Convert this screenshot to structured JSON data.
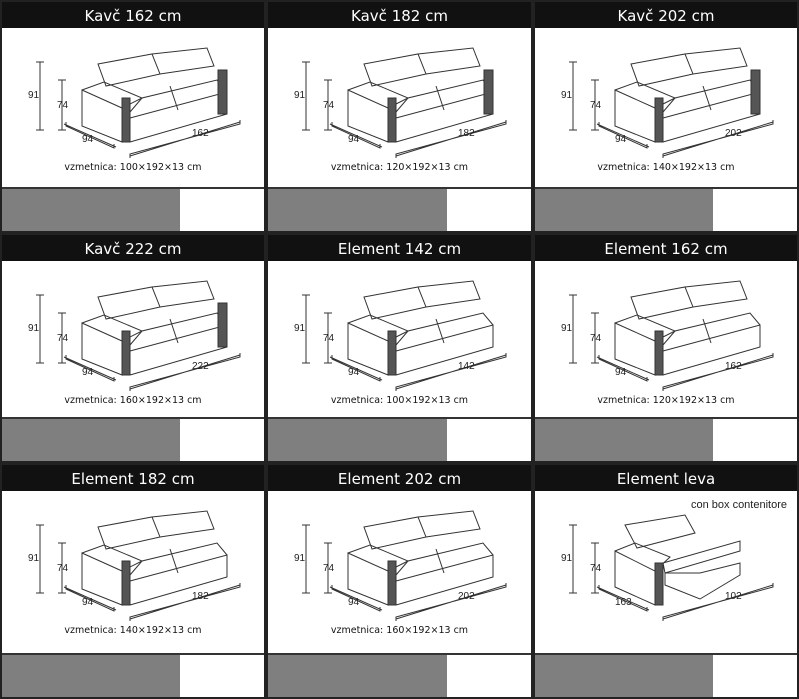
{
  "panels": [
    {
      "title": "Kavč 162 cm",
      "height": "91",
      "seat_height": "74",
      "depth": "94",
      "width": "162",
      "mattress": "vzmetnica: 100×192×13 cm",
      "type": "sofa"
    },
    {
      "title": "Kavč 182 cm",
      "height": "91",
      "seat_height": "74",
      "depth": "94",
      "width": "182",
      "mattress": "vzmetnica: 120×192×13 cm",
      "type": "sofa"
    },
    {
      "title": "Kavč 202 cm",
      "height": "91",
      "seat_height": "74",
      "depth": "94",
      "width": "202",
      "mattress": "vzmetnica: 140×192×13 cm",
      "type": "sofa"
    },
    {
      "title": "Kavč 222 cm",
      "height": "91",
      "seat_height": "74",
      "depth": "94",
      "width": "222",
      "mattress": "vzmetnica: 160×192×13 cm",
      "type": "sofa"
    },
    {
      "title": "Element 142 cm",
      "height": "91",
      "seat_height": "74",
      "depth": "94",
      "width": "142",
      "mattress": "vzmetnica: 100×192×13 cm",
      "type": "element"
    },
    {
      "title": "Element 162 cm",
      "height": "91",
      "seat_height": "74",
      "depth": "94",
      "width": "162",
      "mattress": "vzmetnica: 120×192×13 cm",
      "type": "element"
    },
    {
      "title": "Element 182 cm",
      "height": "91",
      "seat_height": "74",
      "depth": "94",
      "width": "182",
      "mattress": "vzmetnica: 140×192×13 cm",
      "type": "element"
    },
    {
      "title": "Element 202 cm",
      "height": "91",
      "seat_height": "74",
      "depth": "94",
      "width": "202",
      "mattress": "vzmetnica: 160×192×13 cm",
      "type": "element"
    },
    {
      "title": "Element leva",
      "height": "91",
      "seat_height": "74",
      "depth": "163",
      "width": "102",
      "note": "con box contenitore",
      "type": "chaise"
    }
  ]
}
